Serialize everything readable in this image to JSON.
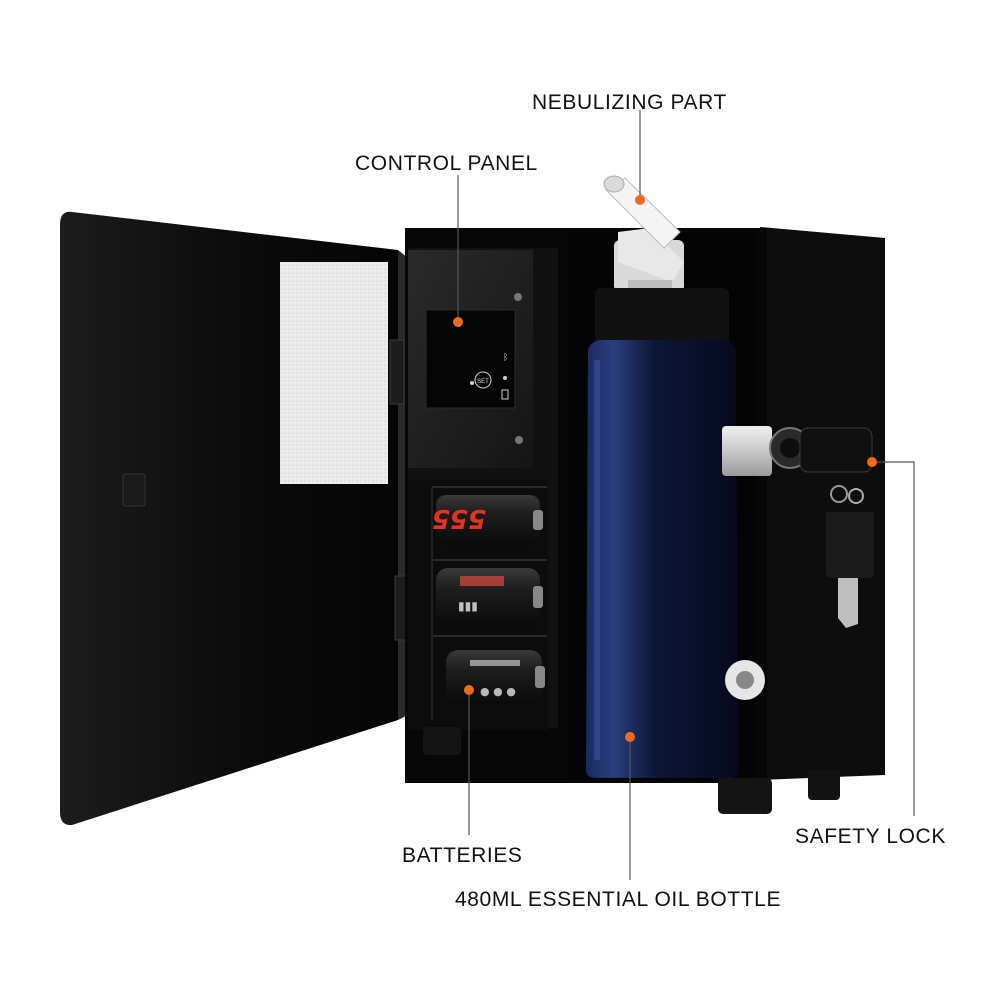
{
  "callouts": {
    "nebulizing_part": "NEBULIZING PART",
    "control_panel": "CONTROL PANEL",
    "batteries": "BATTERIES",
    "essential_oil_bottle": "480ML ESSENTIAL OIL BOTTLE",
    "safety_lock": "SAFETY LOCK"
  },
  "battery_label": "555",
  "control_panel_button": "SET",
  "colors": {
    "marker": "#f26b1d",
    "device_body": "#0a0a0a",
    "bottle": "#0d1638",
    "leader_line": "#555555",
    "text": "#111111"
  }
}
